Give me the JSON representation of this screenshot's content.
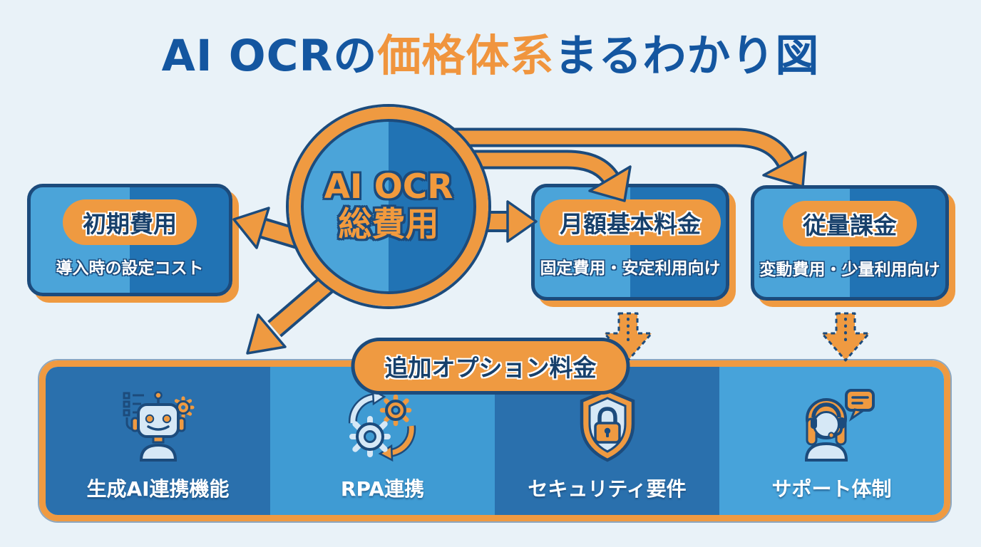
{
  "title": {
    "prefix": "AI OCRの",
    "highlight": "価格体系",
    "suffix": "まるわかり図"
  },
  "center_circle": {
    "line1": "AI OCR",
    "line2": "総費用"
  },
  "cost_boxes": {
    "initial": {
      "label": "初期費用",
      "desc": "導入時の設定コスト"
    },
    "monthly": {
      "label": "月額基本料金",
      "desc": "固定費用・安定利用向け"
    },
    "metered": {
      "label": "従量課金",
      "desc": "変動費用・少量利用向け"
    }
  },
  "options": {
    "label": "追加オプション料金",
    "items": [
      {
        "label": "生成AI連携機能",
        "icon": "robot-ai-icon"
      },
      {
        "label": "RPA連携",
        "icon": "rpa-gears-icon"
      },
      {
        "label": "セキュリティ要件",
        "icon": "security-shield-icon"
      },
      {
        "label": "サポート体制",
        "icon": "support-agent-icon"
      }
    ]
  },
  "colors": {
    "background": "#e9f2f8",
    "navy_outline": "#1c4b7c",
    "title_blue": "#1456a0",
    "accent_orange": "#ef9a41",
    "light_blue": "#4ba4d9",
    "mid_blue": "#2173b4",
    "column_dark": "#2a70ad",
    "column_light": "#3f9bd3",
    "icon_pale_blue": "#d6e8f6"
  }
}
